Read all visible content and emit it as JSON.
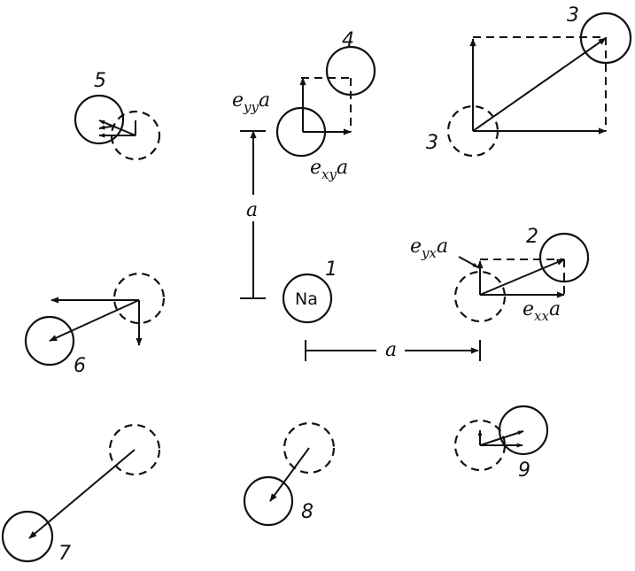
{
  "labels": {
    "eyy": {
      "base": "e",
      "sub": "yy",
      "tail": "a"
    },
    "exy": {
      "base": "e",
      "sub": "xy",
      "tail": "a"
    },
    "eyx": {
      "base": "e",
      "sub": "yx",
      "tail": "a"
    },
    "exx": {
      "base": "e",
      "sub": "xx",
      "tail": "a"
    },
    "a_vertical": "a",
    "a_horizontal": "a",
    "na": "Na"
  },
  "atoms": {
    "n1": "1",
    "n2": "2",
    "n3_top": "3",
    "n3_left": "3",
    "n4": "4",
    "n5": "5",
    "n6": "6",
    "n7": "7",
    "n8": "8",
    "n9": "9"
  }
}
